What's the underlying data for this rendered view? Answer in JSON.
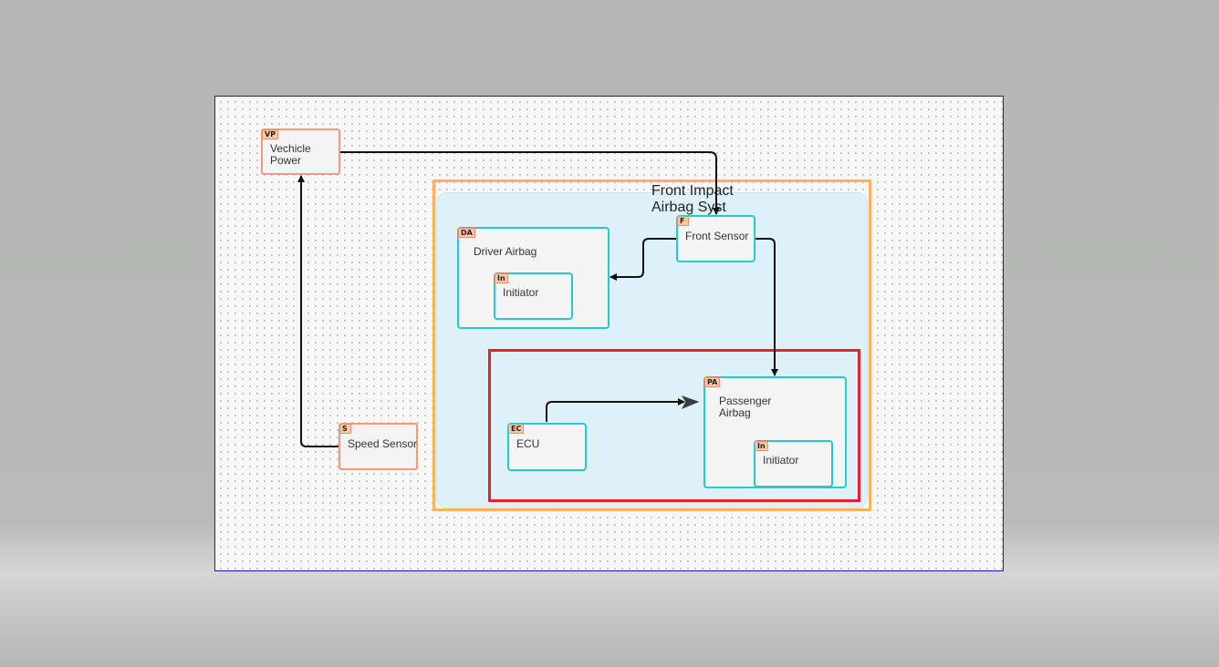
{
  "diagram": {
    "group_title": "Front Impact Airbag Syst",
    "nodes": {
      "vehicle_power": {
        "tag": "VP",
        "label": "Vechicle Power"
      },
      "speed_sensor": {
        "tag": "S",
        "label": "Speed Sensor"
      },
      "driver_airbag": {
        "tag": "DA",
        "label": "Driver Airbag"
      },
      "driver_initiator": {
        "tag": "In",
        "label": "Initiator"
      },
      "front_sensor": {
        "tag": "F",
        "label": "Front Sensor"
      },
      "ecu": {
        "tag": "EC",
        "label": "ECU"
      },
      "passenger_airbag": {
        "tag": "PA",
        "label": "Passenger Airbag"
      },
      "passenger_initiator": {
        "tag": "In",
        "label": "Initiator"
      }
    },
    "colors": {
      "component_border_outer": "#f29b7c",
      "component_border_inner": "#22cccc",
      "system_border": "#fbb25e",
      "system_fill": "#def1f9",
      "ecu_group_border": "#e0242c",
      "canvas_border": "#1a17c8"
    }
  }
}
